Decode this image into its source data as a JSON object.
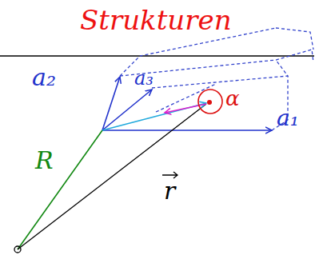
{
  "diagram": {
    "title": "Strukturen",
    "labels": [
      "a₂",
      "a₃",
      "α",
      "a₁",
      "R",
      "r"
    ]
  }
}
